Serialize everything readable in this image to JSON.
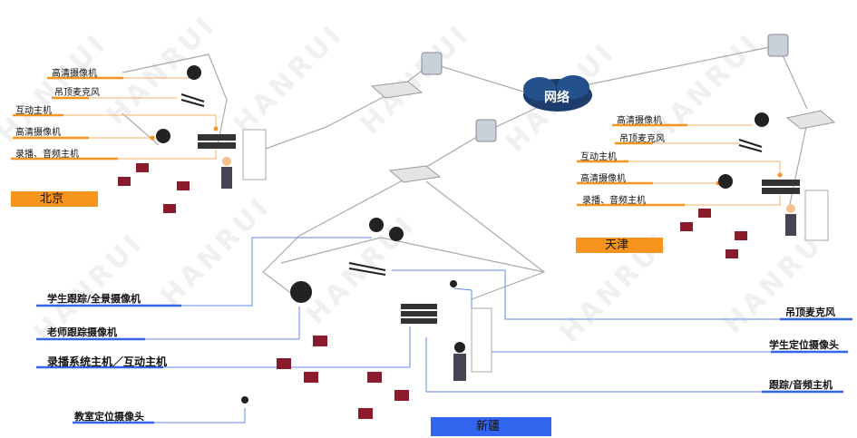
{
  "watermark": "HANRUI",
  "network": {
    "label": "网络"
  },
  "beijing": {
    "name": "北京",
    "labels": [
      "高清摄像机",
      "吊顶麦克风",
      "互动主机",
      "高清摄像机",
      "录播、音频主机"
    ]
  },
  "tianjin": {
    "name": "天津",
    "labels": [
      "高清摄像机",
      "吊顶麦克风",
      "互动主机",
      "高清摄像机",
      "录播、音频主机"
    ]
  },
  "xinjiang": {
    "name": "新疆",
    "left_labels": [
      "学生跟踪/全景摄像机",
      "老师跟踪摄像机",
      "录播系统主机／互动主机",
      "教室定位摄像头"
    ],
    "right_labels": [
      "吊顶麦克风",
      "学生定位摄像头",
      "跟踪/音频主机"
    ]
  },
  "colors": {
    "orange": "#f7941d",
    "blue": "#3366ee",
    "gray": "#aaaaaa"
  }
}
